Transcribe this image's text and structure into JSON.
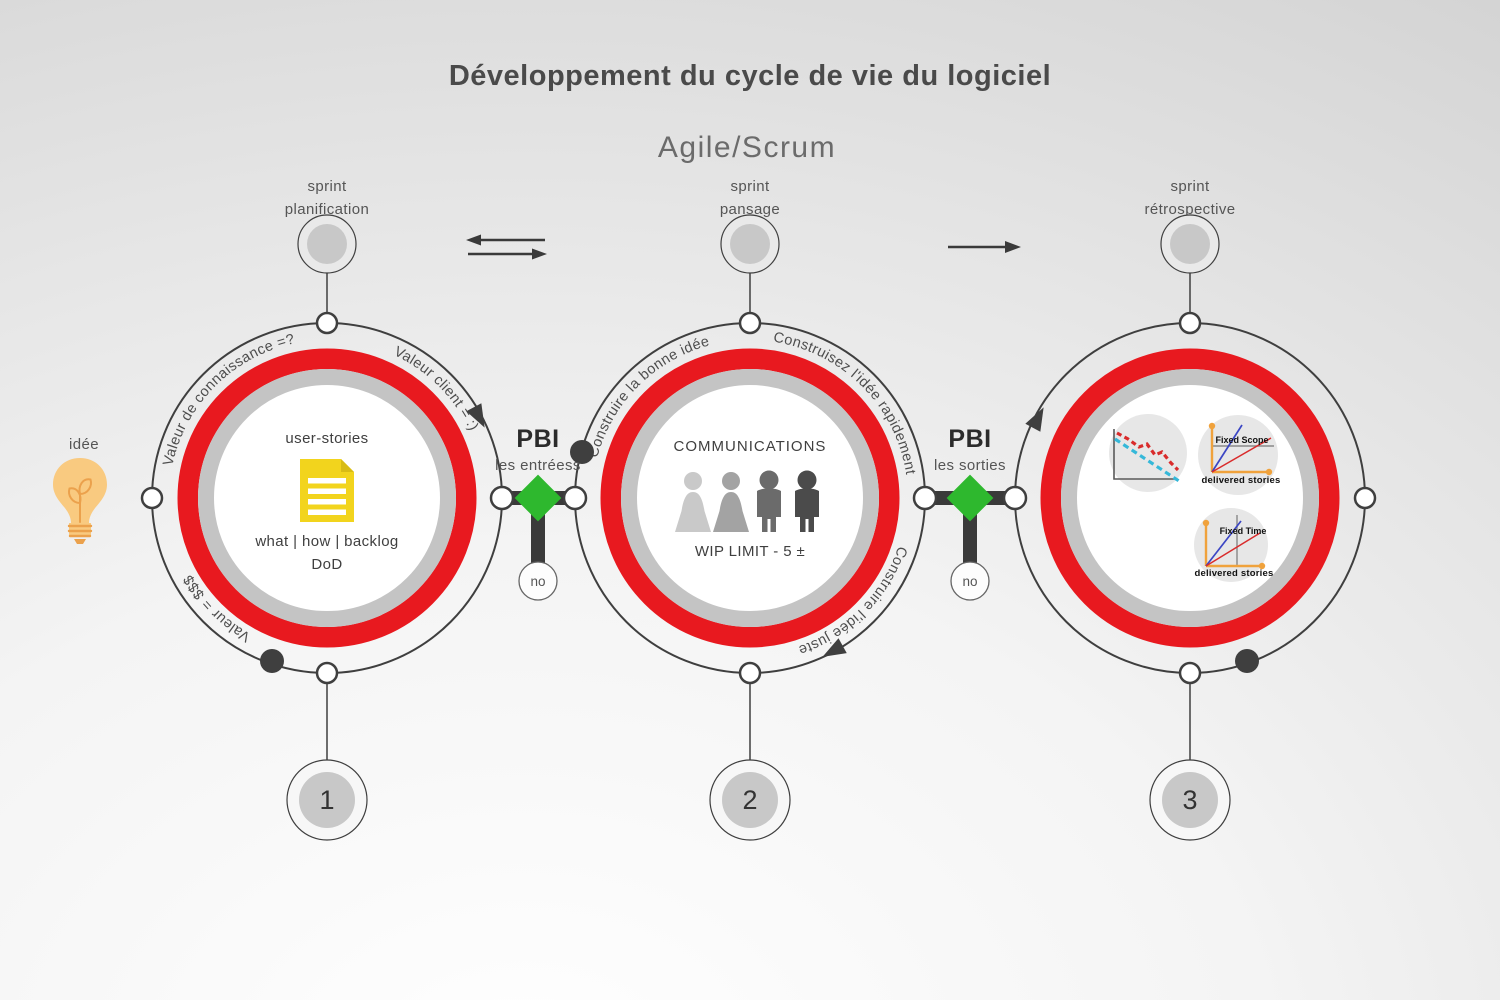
{
  "title": "Développement du cycle de vie du logiciel",
  "subtitle": "Agile/Scrum",
  "idea": {
    "label": "idée"
  },
  "stages": [
    {
      "number": "1",
      "top_line1": "sprint",
      "top_line2": "planification",
      "arc_upper_left": "Valeur de connaissance =?",
      "arc_upper_right": "Valeur client = :)",
      "arc_lower_left": "Valeur = $$$",
      "heading": "user-stories",
      "body_line1": "what  |  how  |  backlog",
      "body_line2": "DoD"
    },
    {
      "number": "2",
      "top_line1": "sprint",
      "top_line2": "pansage",
      "arc_upper_left": "Construire la bonne idée",
      "arc_upper_right": "Construisez l'idée rapidement",
      "arc_lower_right": "Construire l'idée juste",
      "heading": "COMMUNICATIONS",
      "wip_label": "WIP LIMIT  - 5 ±"
    },
    {
      "number": "3",
      "top_line1": "sprint",
      "top_line2": "rétrospective",
      "charts": [
        {
          "type": "burndown"
        },
        {
          "type": "line",
          "title": "Fixed Scope",
          "xlabel": "delivered stories"
        },
        {
          "type": "line",
          "title": "Fixed Time",
          "xlabel": "delivered stories"
        }
      ]
    }
  ],
  "connectors": [
    {
      "label": "PBI",
      "sublabel": "les entréess",
      "no_label": "no"
    },
    {
      "label": "PBI",
      "sublabel": "les sorties",
      "no_label": "no"
    }
  ],
  "colors": {
    "ring_red": "#e8191f",
    "ring_gray": "#c4c4c4",
    "node_dark": "#3f3f3f",
    "diamond_green": "#2eb82e",
    "doc_yellow": "#f2d41d",
    "bulb_orange": "#f9ca80",
    "chart_axis_orange": "#f0a23c",
    "chart_red": "#d92b2b",
    "chart_cyan": "#35b8d9",
    "chart_blue": "#3b46c4"
  }
}
